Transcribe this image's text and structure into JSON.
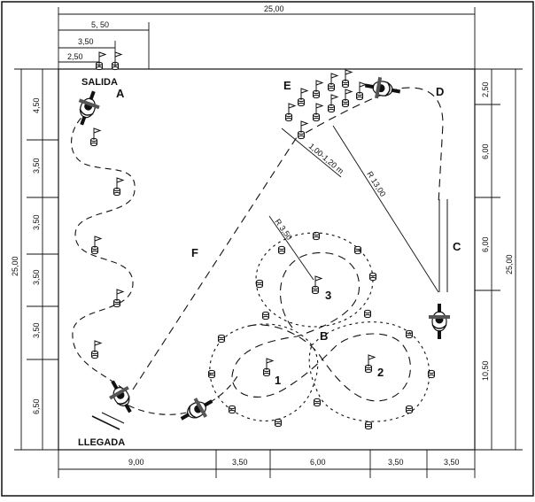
{
  "dimensions": {
    "top_total": "25,00",
    "top_55": "5, 50",
    "top_35": "3,50",
    "top_25": "2,50",
    "left_total": "25,00",
    "left_450": "4,50",
    "left_350a": "3,50",
    "left_350b": "3,50",
    "left_350c": "3,50",
    "left_350d": "3,50",
    "left_650": "6,50",
    "right_total": "25,00",
    "right_250": "2,50",
    "right_600a": "6,00",
    "right_600b": "6,00",
    "right_1050": "10,50",
    "bottom_900": "9,00",
    "bottom_350a": "3,50",
    "bottom_600": "6,00",
    "bottom_350b": "3,50",
    "bottom_350c": "3,50"
  },
  "labels": {
    "salida": "SALIDA",
    "llegada": "LLEGADA",
    "a": "A",
    "b": "B",
    "c": "C",
    "d": "D",
    "e": "E",
    "f": "F",
    "n1": "1",
    "n2": "2",
    "n3": "3",
    "r13": "R 13,00",
    "r35": "R 3,50",
    "gap": "1,00-1,20 m"
  }
}
